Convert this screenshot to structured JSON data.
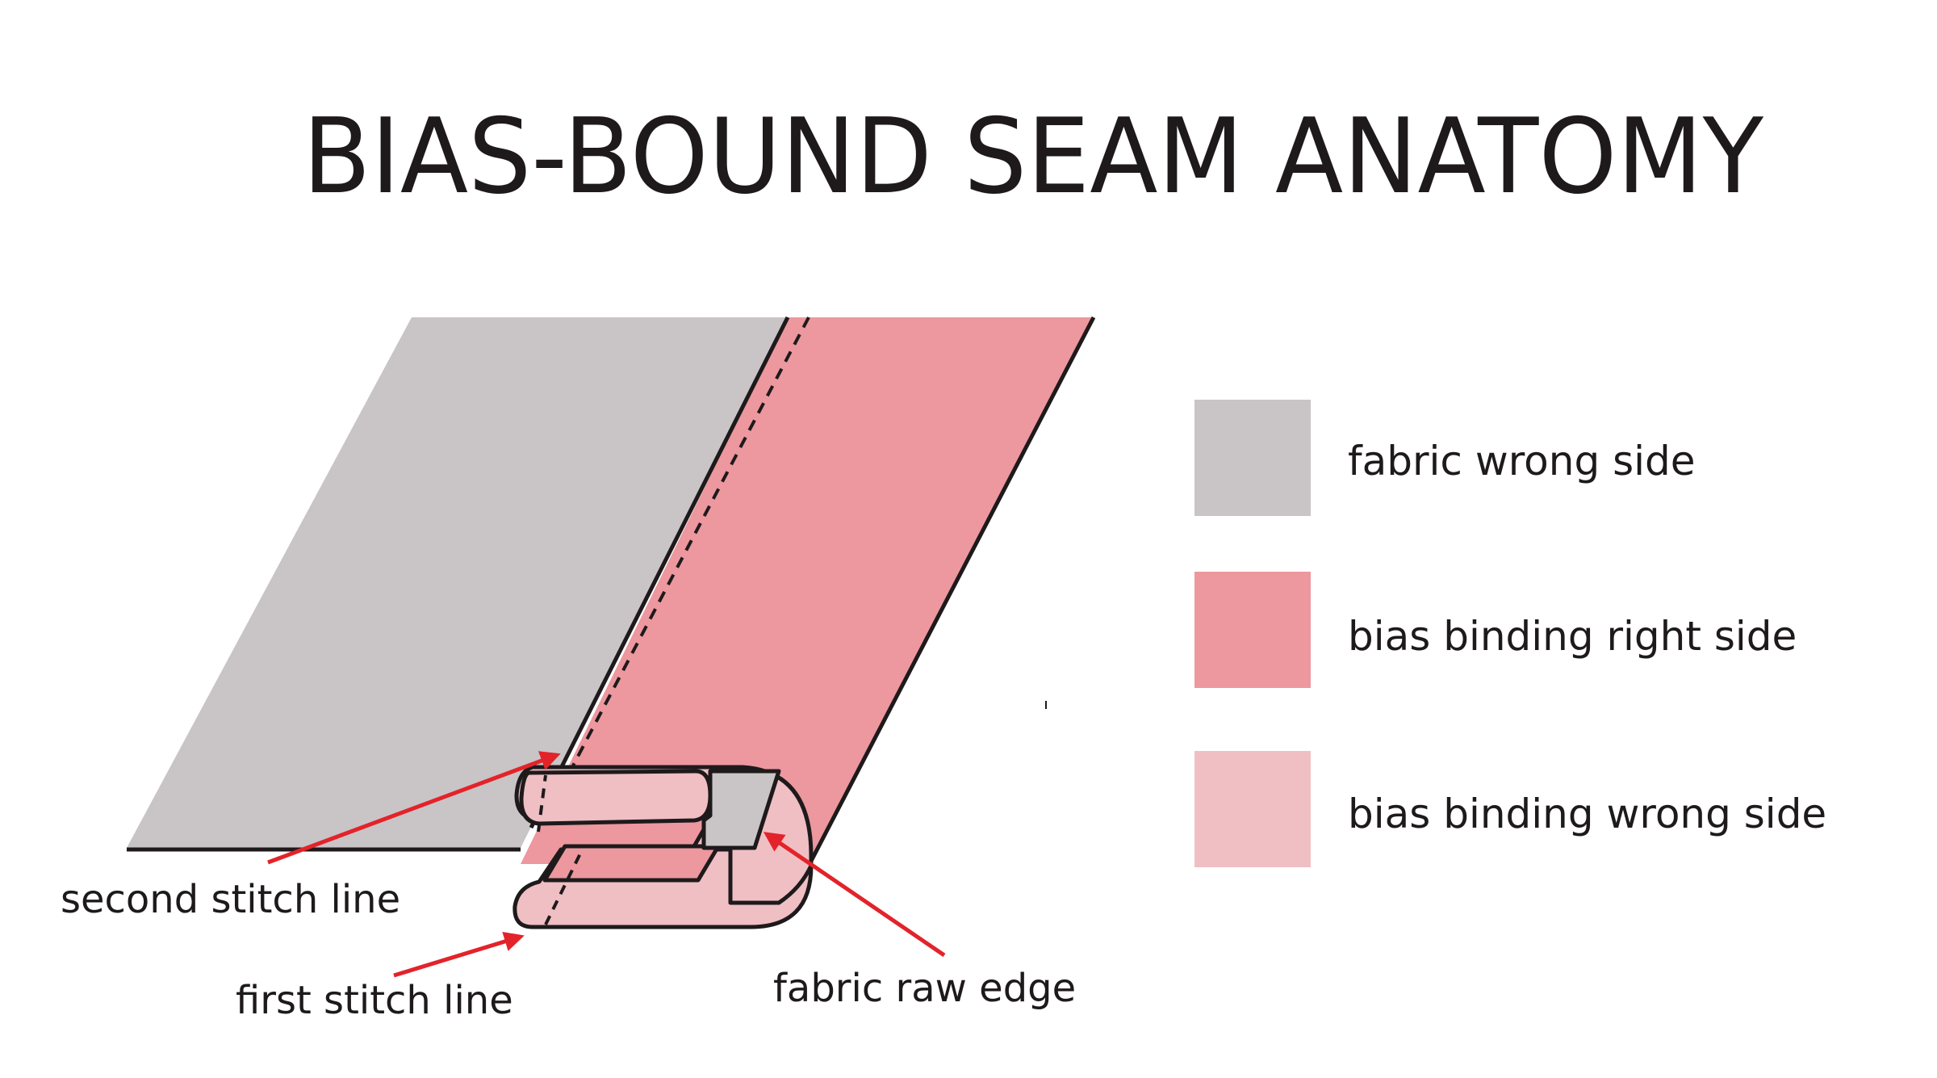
{
  "title": "BIAS-BOUND SEAM ANATOMY",
  "colors": {
    "fabric_wrong_side": "#c9c4c6",
    "binding_right_side": "#ec989e",
    "binding_wrong_side": "#efbfc3",
    "outline": "#1e1a1c",
    "arrow": "#e3232a"
  },
  "legend": [
    {
      "label": "fabric wrong side",
      "color": "#c9c4c6"
    },
    {
      "label": "bias binding right side",
      "color": "#ec989e"
    },
    {
      "label": "bias binding wrong side",
      "color": "#efbfc3"
    }
  ],
  "callouts": {
    "second_stitch_line": "second stitch line",
    "first_stitch_line": "first stitch line",
    "fabric_raw_edge": "fabric raw edge"
  }
}
